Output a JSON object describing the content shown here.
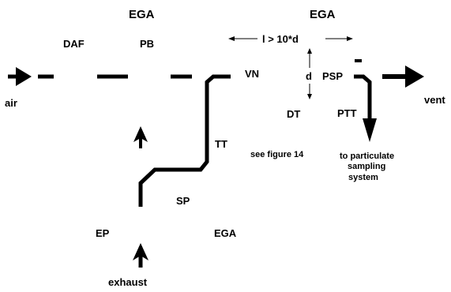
{
  "labels": {
    "ega_top_left": "EGA",
    "ega_top_right": "EGA",
    "ega_bottom": "EGA",
    "daf": "DAF",
    "pb": "PB",
    "vn": "VN",
    "psp": "PSP",
    "dt": "DT",
    "d": "d",
    "length_condition": "l > 10*d",
    "air": "air",
    "vent": "vent",
    "tt": "TT",
    "ptt": "PTT",
    "see_figure": "see figure 14",
    "particulate_line1": "to particulate",
    "particulate_line2": "sampling",
    "particulate_line3": "system",
    "sp": "SP",
    "ep": "EP",
    "exhaust": "exhaust"
  },
  "colors": {
    "stroke": "#000000",
    "background": "#ffffff"
  }
}
